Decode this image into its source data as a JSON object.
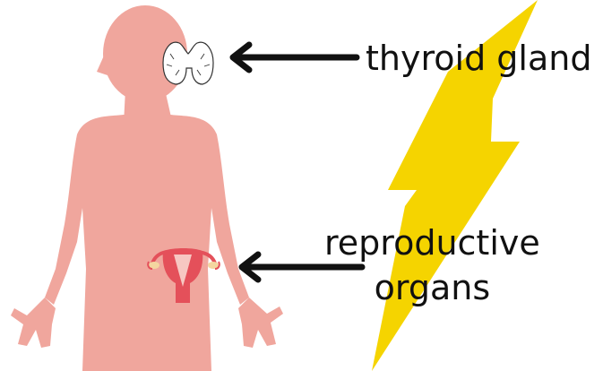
{
  "labels": {
    "thyroid": "thyroid gland",
    "reproductive_line1": "reproductive",
    "reproductive_line2": "organs"
  },
  "icons": {
    "lightning": "lightning-bolt-icon",
    "body": "human-body-silhouette",
    "thyroid": "thyroid-gland-icon",
    "uterus": "uterus-icon",
    "arrow": "left-arrow-icon"
  },
  "colors": {
    "body": "#f0a69d",
    "lightning": "#f5d400",
    "uterus": "#e4505a",
    "arrow": "#111111",
    "text": "#111111",
    "background": "#ffffff"
  }
}
